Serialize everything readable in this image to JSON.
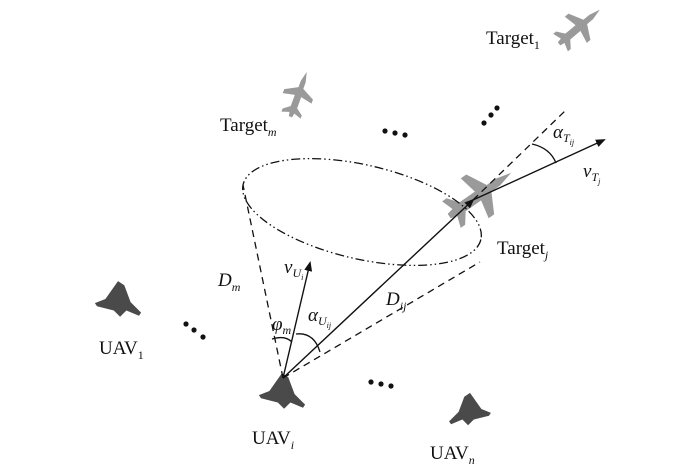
{
  "figure": {
    "description": "Multi-UAV cooperative target engagement geometry",
    "colors": {
      "line": "#111111",
      "aircraft_fill": "#9a9a9a",
      "uav_fill": "#4a4a4a",
      "uav_highlight": "#7a7a7a"
    }
  },
  "targets": [
    {
      "id": "target-1",
      "base": "Target",
      "sub": "1",
      "sub_italic": false
    },
    {
      "id": "target-m",
      "base": "Target",
      "sub": "m",
      "sub_italic": true
    },
    {
      "id": "target-j",
      "base": "Target",
      "sub": "j",
      "sub_italic": true
    }
  ],
  "uavs": [
    {
      "id": "uav-1",
      "base": "UAV",
      "sub": "1",
      "sub_italic": false
    },
    {
      "id": "uav-i",
      "base": "UAV",
      "sub": "i",
      "sub_italic": true
    },
    {
      "id": "uav-n",
      "base": "UAV",
      "sub": "n",
      "sub_italic": true
    }
  ],
  "symbols": {
    "D_m": {
      "base": "D",
      "sub": "m"
    },
    "D_ij": {
      "base": "D",
      "sub": "ij"
    },
    "phi_m": {
      "base": "φ",
      "sub": "m"
    },
    "v_Ui": {
      "base": "v",
      "sub": "U",
      "subsub": "i"
    },
    "v_Tj": {
      "base": "v",
      "sub": "T",
      "subsub": "j"
    },
    "alpha_Uij": {
      "base": "α",
      "sub": "U",
      "subsub": "ij"
    },
    "alpha_Tij": {
      "base": "α",
      "sub": "T",
      "subsub": "ij"
    }
  },
  "ellipsis": "•••"
}
